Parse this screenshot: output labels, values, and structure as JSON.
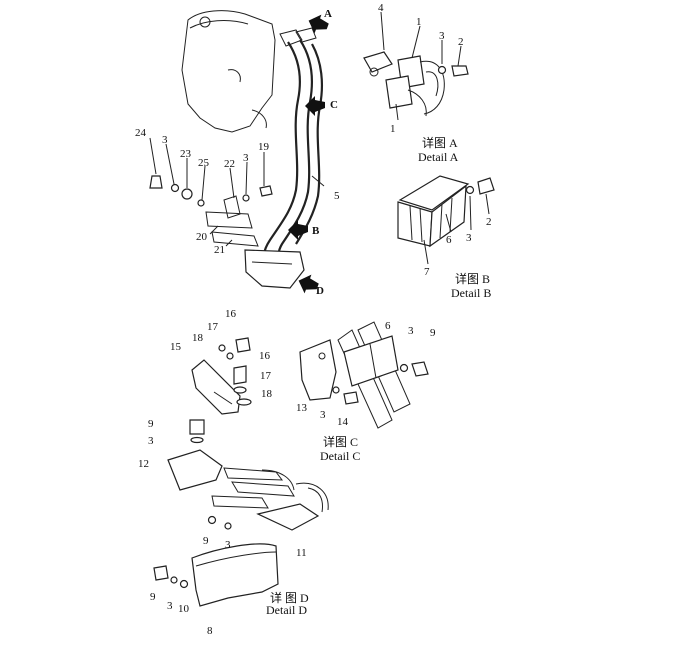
{
  "callouts": [
    "1",
    "2",
    "3",
    "4",
    "5",
    "6",
    "7",
    "8",
    "9",
    "10",
    "11",
    "12",
    "13",
    "14",
    "15",
    "16",
    "17",
    "18",
    "19",
    "20",
    "21",
    "22",
    "23",
    "24",
    "25"
  ],
  "view_arrows": [
    "A",
    "B",
    "C",
    "D"
  ],
  "details": [
    {
      "zh": "详图 A",
      "en": "Detail A"
    },
    {
      "zh": "详图 B",
      "en": "Detail B"
    },
    {
      "zh": "详图 C",
      "en": "Detail C"
    },
    {
      "zh": "详 图 D",
      "en": "Detail D"
    }
  ]
}
